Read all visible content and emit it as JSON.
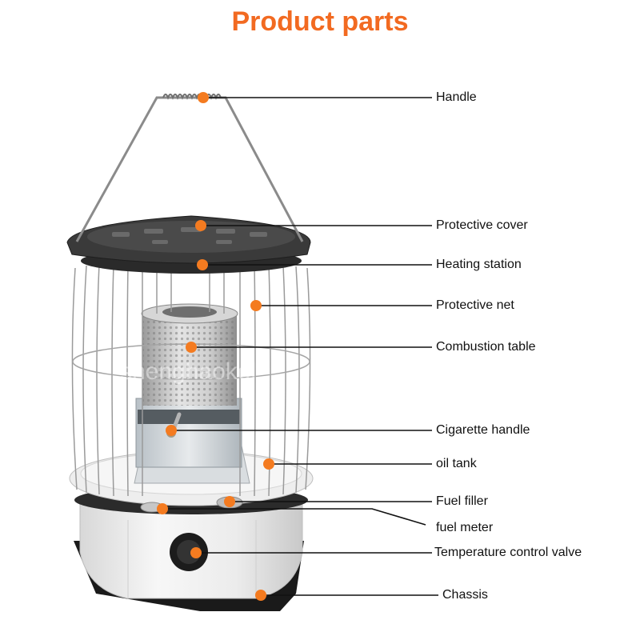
{
  "title": "Product parts",
  "title_color": "#f26a21",
  "marker_color": "#f47b20",
  "watermark": "shenghaokel",
  "callouts": [
    {
      "id": "handle",
      "label": "Handle"
    },
    {
      "id": "protective-cover",
      "label": "Protective cover"
    },
    {
      "id": "heating-station",
      "label": "Heating station"
    },
    {
      "id": "protective-net",
      "label": "Protective net"
    },
    {
      "id": "combustion-table",
      "label": "Combustion table"
    },
    {
      "id": "cigarette-handle",
      "label": "Cigarette handle"
    },
    {
      "id": "oil-tank",
      "label": "oil tank"
    },
    {
      "id": "fuel-filler",
      "label": "Fuel filler"
    },
    {
      "id": "fuel-meter",
      "label": "fuel meter"
    },
    {
      "id": "temperature-control-valve",
      "label": "Temperature control valve"
    },
    {
      "id": "chassis",
      "label": "Chassis"
    }
  ]
}
